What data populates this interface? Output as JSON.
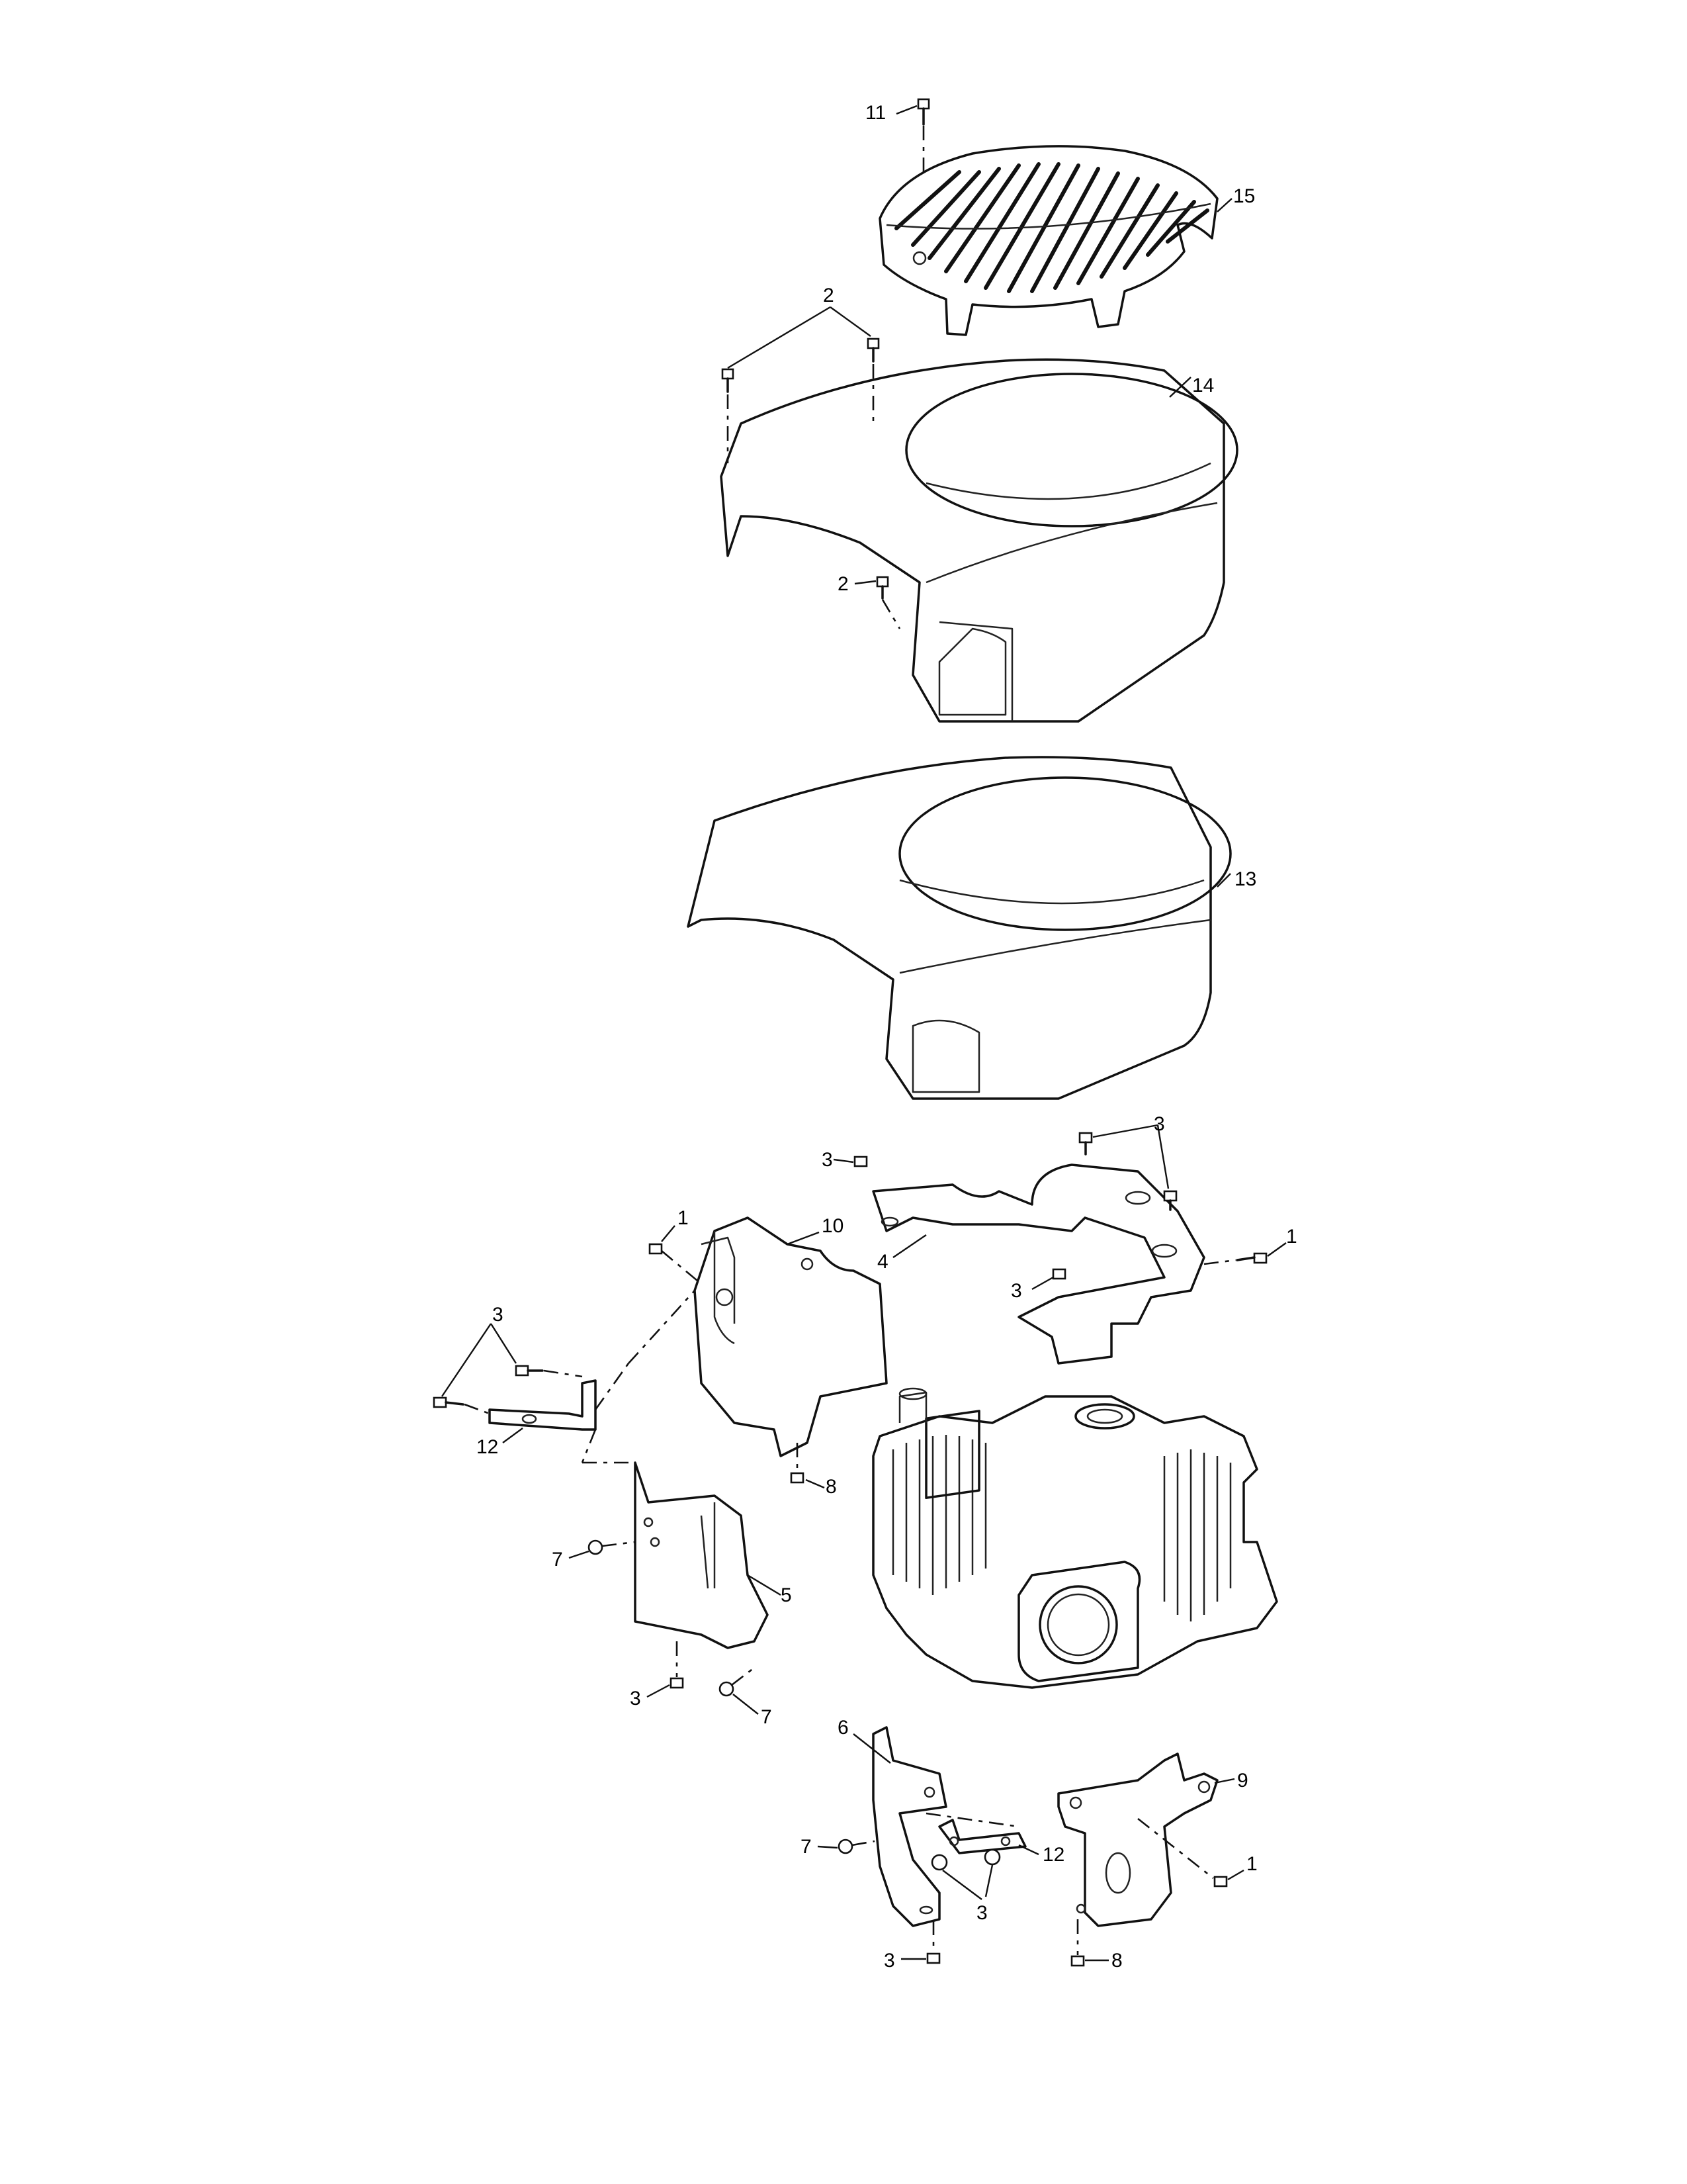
{
  "diagram": {
    "callouts": {
      "c11": "11",
      "c15": "15",
      "c2a": "2",
      "c14": "14",
      "c2b": "2",
      "c13": "13",
      "c3a": "3",
      "c3b": "3",
      "c1a": "1",
      "c10": "10",
      "c4": "4",
      "c1b": "1",
      "c3c": "3",
      "c3d": "3",
      "c12a": "12",
      "c8a": "8",
      "c7a": "7",
      "c5": "5",
      "c3e": "3",
      "c7b": "7",
      "c6": "6",
      "c9": "9",
      "c7c": "7",
      "c12b": "12",
      "c1c": "1",
      "c3f": "3",
      "c3g": "3",
      "c8b": "8"
    }
  }
}
